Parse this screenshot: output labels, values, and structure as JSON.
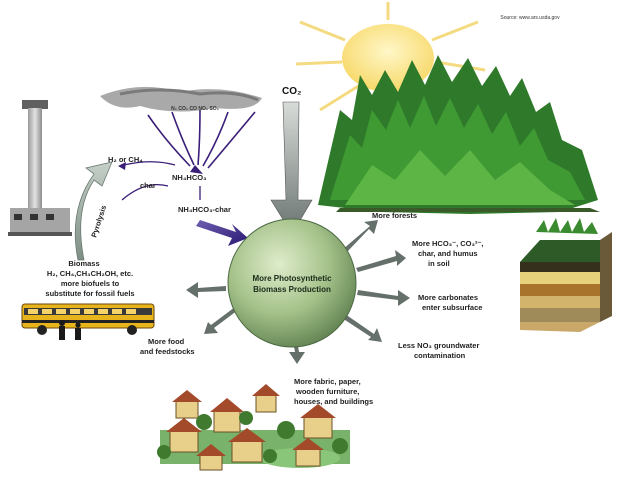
{
  "diagram": {
    "credit": "Source: www.ars.usda.gov",
    "co2_label": "CO₂",
    "center": {
      "line1": "More Photosynthetic",
      "line2": "Biomass Production"
    },
    "emissions": {
      "gases": "N₂ CO₂ CO NO₂ SO₂",
      "h2_label": "H₂ or CH₄",
      "nh_label": "NH₄HCO₃",
      "char_label": "char",
      "nh_char_label": "NH₄HCO₃-char",
      "pyrolysis_label": "Pyrolysis"
    },
    "biomass": {
      "line1": "Biomass",
      "line2": "H₂, CH₄,CH₃CH₂OH, etc.",
      "line3": "more biofuels to",
      "line4": "substitute for fossil fuels"
    },
    "outcomes": {
      "forests": "More forests",
      "soil_line1": "More HCO₃⁻, CO₃²⁻,",
      "soil_line2": "char, and humus",
      "soil_line3": "in soil",
      "carbonates_line1": "More carbonates",
      "carbonates_line2": "enter subsurface",
      "nitrate_line1": "Less NO₃ groundwater",
      "nitrate_line2": "contamination",
      "fabric_line1": "More fabric, paper,",
      "fabric_line2": "wooden furniture,",
      "fabric_line3": "houses, and buildings",
      "food_line1": "More food",
      "food_line2": "and feedstocks"
    }
  }
}
